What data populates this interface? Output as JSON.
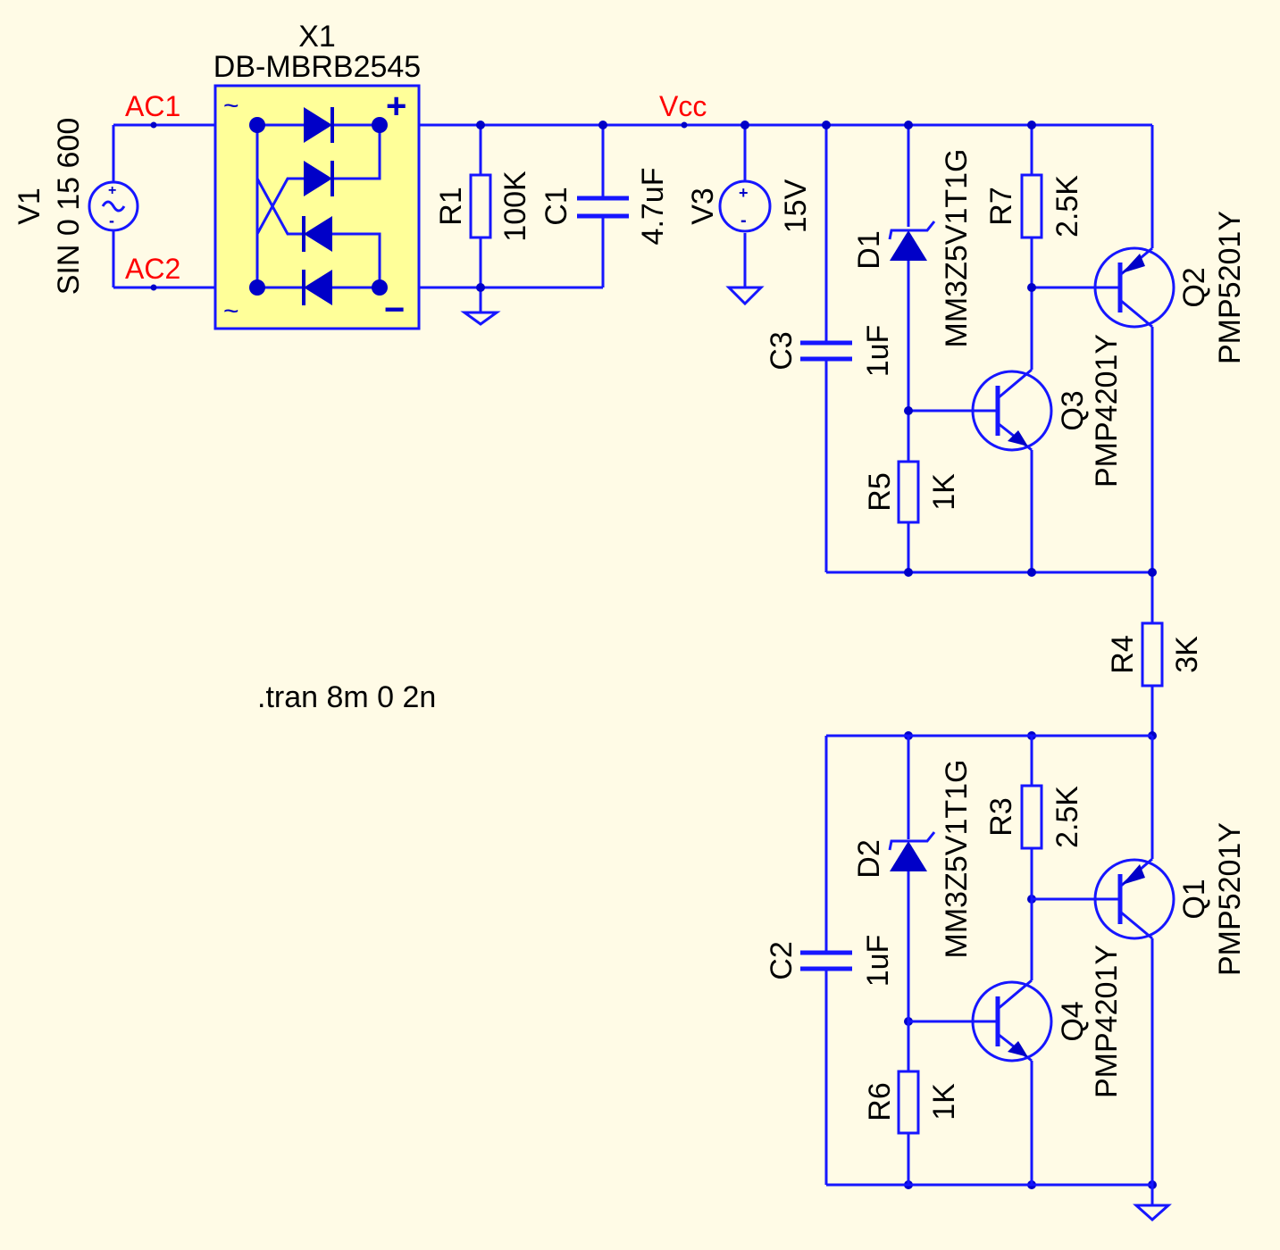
{
  "colors": {
    "background": "#fffbe6",
    "wire": "#1616ff",
    "symbol": "#0000c8",
    "net_label": "#ff0000",
    "bridge_box": "#ffff99"
  },
  "bridge": {
    "ref": "X1",
    "part": "DB-MBRB2545",
    "ac_symbol": "~",
    "plus": "+",
    "minus": "−"
  },
  "nets": {
    "ac1": "AC1",
    "ac2": "AC2",
    "vcc": "Vcc"
  },
  "v1": {
    "ref": "V1",
    "value": "SIN 0 15 600"
  },
  "r1": {
    "ref": "R1",
    "value": "100K"
  },
  "c1": {
    "ref": "C1",
    "value": "4.7uF"
  },
  "v3": {
    "ref": "V3",
    "value": "15V"
  },
  "c3": {
    "ref": "C3",
    "value": "1uF"
  },
  "d1": {
    "ref": "D1",
    "part": "MM3Z5V1T1G"
  },
  "r7": {
    "ref": "R7",
    "value": "2.5K"
  },
  "q2": {
    "ref": "Q2",
    "part": "PMP5201Y"
  },
  "q3": {
    "ref": "Q3",
    "part": "PMP4201Y"
  },
  "r5": {
    "ref": "R5",
    "value": "1K"
  },
  "r4": {
    "ref": "R4",
    "value": "3K"
  },
  "c2": {
    "ref": "C2",
    "value": "1uF"
  },
  "d2": {
    "ref": "D2",
    "part": "MM3Z5V1T1G"
  },
  "r3": {
    "ref": "R3",
    "value": "2.5K"
  },
  "q1": {
    "ref": "Q1",
    "part": "PMP5201Y"
  },
  "q4": {
    "ref": "Q4",
    "part": "PMP4201Y"
  },
  "r6": {
    "ref": "R6",
    "value": "1K"
  },
  "directive": ".tran 8m 0 2n"
}
